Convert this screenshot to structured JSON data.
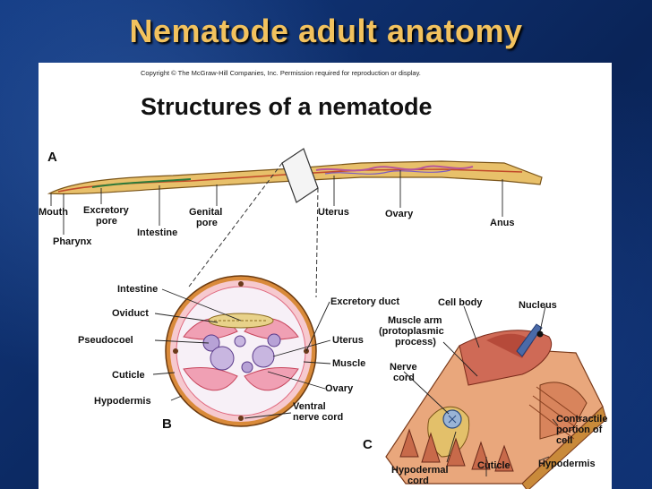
{
  "slide": {
    "title": "Nematode adult anatomy"
  },
  "figure": {
    "copyright": "Copyright © The McGraw-Hill Companies, Inc. Permission required for reproduction or display.",
    "title": "Structures of a nematode",
    "panel_a": {
      "letter": "A",
      "labels": {
        "mouth": "Mouth",
        "pharynx": "Pharynx",
        "excretory_pore_1": "Excretory",
        "excretory_pore_2": "pore",
        "intestine": "Intestine",
        "genital_pore_1": "Genital",
        "genital_pore_2": "pore",
        "uterus": "Uterus",
        "ovary": "Ovary",
        "anus": "Anus"
      }
    },
    "panel_b": {
      "letter": "B",
      "labels": {
        "intestine": "Intestine",
        "oviduct": "Oviduct",
        "pseudocoel": "Pseudocoel",
        "cuticle": "Cuticle",
        "hypodermis": "Hypodermis",
        "excretory_duct": "Excretory duct",
        "uterus": "Uterus",
        "muscle": "Muscle",
        "ovary": "Ovary",
        "ventral_nerve_cord_1": "Ventral",
        "ventral_nerve_cord_2": "nerve cord"
      }
    },
    "panel_c": {
      "letter": "C",
      "labels": {
        "cell_body": "Cell body",
        "nucleus": "Nucleus",
        "muscle_arm_1": "Muscle arm",
        "muscle_arm_2": "(protoplasmic",
        "muscle_arm_3": "process)",
        "nerve_cord_1": "Nerve",
        "nerve_cord_2": "cord",
        "contractile_1": "Contractile",
        "contractile_2": "portion of",
        "contractile_3": "cell",
        "hypodermal_cord_1": "Hypodermal",
        "hypodermal_cord_2": "cord",
        "cuticle": "Cuticle",
        "hypodermis": "Hypodermis"
      }
    }
  }
}
